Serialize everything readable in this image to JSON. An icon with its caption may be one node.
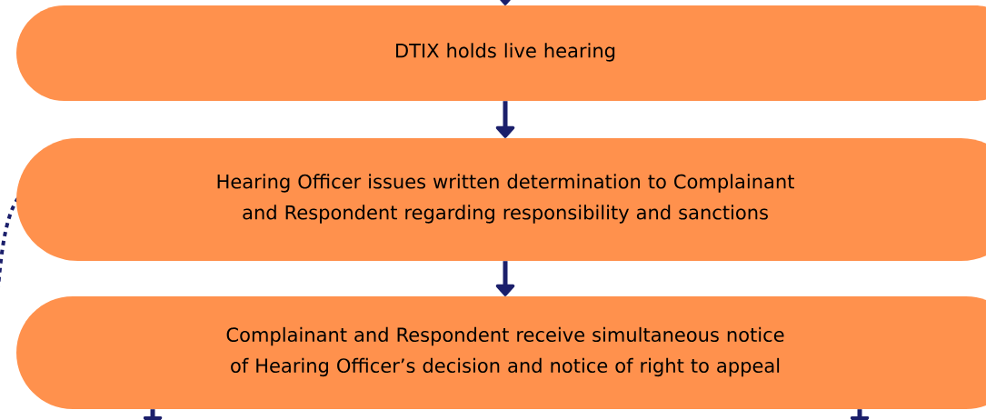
{
  "diagram": {
    "nodes": [
      {
        "text": [
          "DTIX holds live hearing"
        ]
      },
      {
        "text": [
          "Hearing Officer issues written determination to Complainant and Respondent regarding responsibility and sanctions"
        ]
      },
      {
        "text": [
          "Complainant and Respondent receive simultaneous notice of Hearing Officer’s decision and notice of right to appeal"
        ]
      }
    ],
    "edges": [
      {
        "from": null,
        "to": 0,
        "arrow": "to"
      },
      {
        "from": 0,
        "to": 1,
        "arrow": "to"
      },
      {
        "from": 1,
        "to": 2,
        "arrow": "to"
      },
      {
        "from": 2,
        "to": null,
        "arrow": "to"
      },
      {
        "from": 2,
        "to": null,
        "arrow": "to"
      }
    ]
  }
}
